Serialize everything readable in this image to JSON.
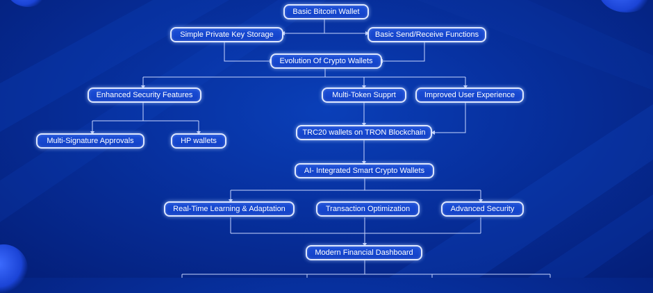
{
  "diagram": {
    "nodes": {
      "basic_bitcoin_wallet": "Basic Bitcoin Wallet",
      "private_key_storage": "Simple  Private Key Storage",
      "send_receive": "Basic Send/Receive Functions",
      "evolution": "Evolution Of Crypto Wallets",
      "enhanced_security": "Enhanced Security Features",
      "multi_token": "Multi-Token Supprt",
      "improved_ux": "Improved User Experience",
      "multisig": "Multi-Signature Approvals",
      "hp_wallets": "HP wallets",
      "trc20": "TRC20 wallets on TRON Blockchain",
      "ai_wallets": "AI- Integrated Smart Crypto Wallets",
      "realtime_learning": "Real-Time Learning & Adaptation",
      "tx_optimization": "Transaction Optimization",
      "advanced_security": "Advanced Security",
      "dashboard": "Modern Financial Dashboard"
    }
  },
  "style": {
    "background": "#0731a0",
    "node_fill": "#1140c6",
    "node_border": "#dfe8ff",
    "connector": "#c9d6ff",
    "text": "#ffffff"
  }
}
